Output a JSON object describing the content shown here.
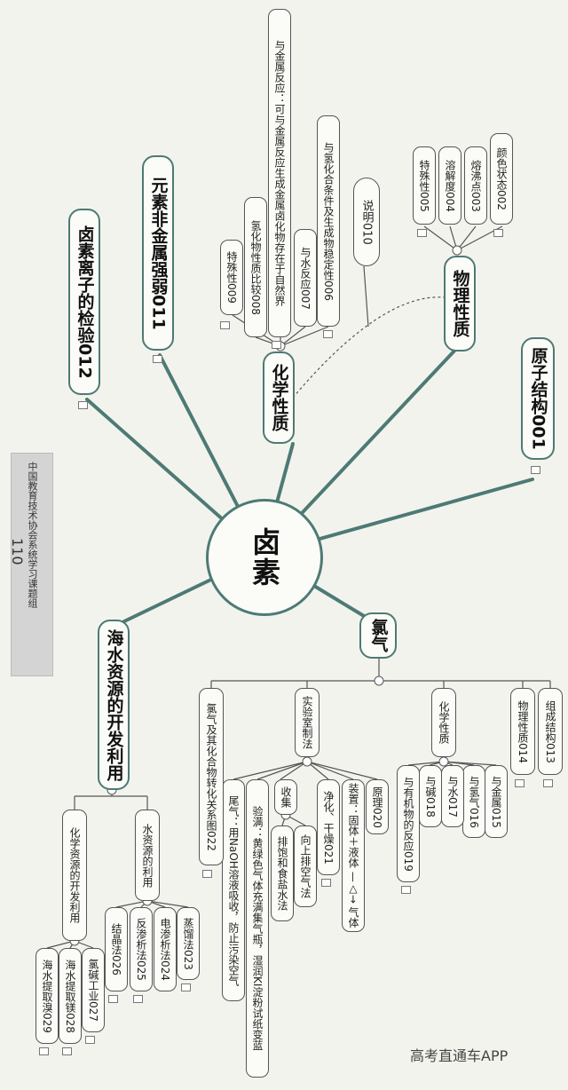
{
  "central": "卤素",
  "side_title": {
    "org": "中国教育技术协会系统学习课题组",
    "num": "110"
  },
  "watermark": "高考直通车APP",
  "branches": {
    "atom_structure": "原子结构001",
    "physical": {
      "label": "物理性质",
      "items": [
        "颜色状态002",
        "熔沸点003",
        "溶解度004",
        "特殊性005"
      ]
    },
    "note": "说明010",
    "chemical": {
      "label": "化学性质",
      "items": [
        "与金属反应：可与金属反应生成金属卤化物存在于自然界",
        "与氢化合条件及生成物稳定性006",
        "与水反应007",
        "氢化物性质比较008",
        "特殊性009"
      ]
    },
    "nonmetal": "元素非金属强弱011",
    "ion_test": "卤素离子的检验012",
    "chlorine": {
      "label": "氯气",
      "groups": {
        "structure": "组成结构013",
        "physical": "物理性质014",
        "chem": {
          "label": "化学性质",
          "items": [
            "与金属015",
            "与氢气016",
            "与水017",
            "与碱018",
            "与有机物的反应019"
          ]
        },
        "lab": {
          "label": "实验室制法",
          "principle": "原理020",
          "apparatus": "装置：固体＋液体 —△→ 气体",
          "purify": "净化、干燥021",
          "collect_label": "收集",
          "collect_items": [
            "向上排空气法",
            "排饱和食盐水法"
          ],
          "check": "验满：黄绿色气体充满集气瓶，湿润KI淀粉试纸变蓝",
          "tail": "尾气：用NaOH溶液吸收，防止污染空气"
        },
        "convert": "氯气及其化合物转化关系图022"
      }
    },
    "seawater": {
      "label": "海水资源的开发利用",
      "water": {
        "label": "水资源的利用",
        "items": [
          "蒸馏法023",
          "电渗析法024",
          "反渗析法025",
          "结晶法026"
        ]
      },
      "chem_res": {
        "label": "化学资源的开发利用",
        "items": [
          "氯碱工业027",
          "海水提取镁028",
          "海水提取溴029"
        ]
      }
    }
  }
}
